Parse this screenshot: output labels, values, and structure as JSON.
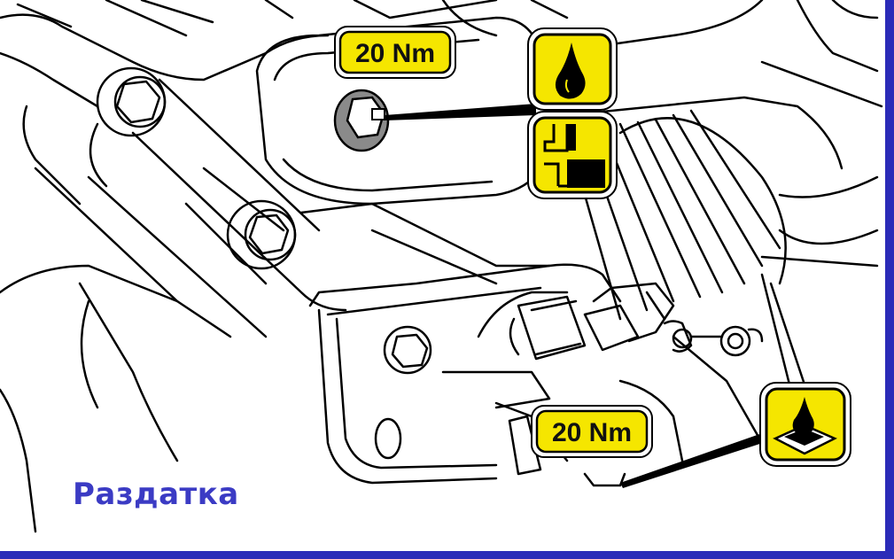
{
  "diagram": {
    "caption": "Раздатка",
    "torque_fill_plug": "20 Nm",
    "torque_drain_plug": "20 Nm",
    "icons": [
      "oil-drop-icon",
      "fill-level-icon",
      "drain-oil-icon"
    ],
    "colors": {
      "label_fill": "#f5e600",
      "frame_border": "#2b2bb8",
      "caption": "#3b3bc4",
      "line": "#000000"
    }
  }
}
